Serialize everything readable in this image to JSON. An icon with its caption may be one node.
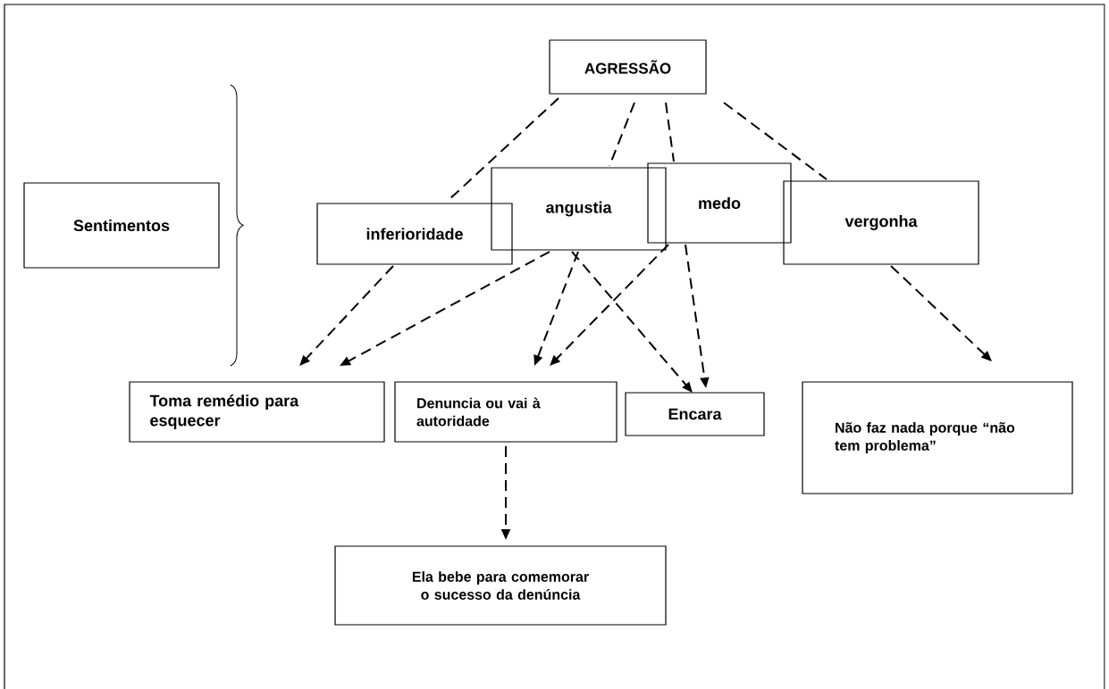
{
  "diagram": {
    "nodes": [
      {
        "text": [
          "AGRESSÃO"
        ]
      },
      {
        "text": [
          "Sentimentos"
        ]
      },
      {
        "text": [
          "inferioridade"
        ]
      },
      {
        "text": [
          "angustia"
        ]
      },
      {
        "text": [
          "medo"
        ]
      },
      {
        "text": [
          "vergonha"
        ]
      },
      {
        "text": [
          "Toma remédio para esquecer"
        ]
      },
      {
        "text": [
          "Denuncia ou vai à autoridade"
        ]
      },
      {
        "text": [
          "Encara"
        ]
      },
      {
        "text": [
          "Não faz nada porque “não tem problema”"
        ]
      },
      {
        "text": [
          "Ela bebe para comemorar o sucesso da denúncia"
        ]
      }
    ],
    "edges": [
      {
        "from": 0,
        "to": 2,
        "arrow": "none",
        "style": "dashed"
      },
      {
        "from": 2,
        "to": 6,
        "arrow": "to",
        "style": "dashed"
      },
      {
        "from": 0,
        "to": 3,
        "arrow": "none",
        "style": "dashed"
      },
      {
        "from": 3,
        "to": 7,
        "arrow": "to",
        "style": "dashed"
      },
      {
        "from": 0,
        "to": 4,
        "arrow": "none",
        "style": "dashed"
      },
      {
        "from": 4,
        "to": 8,
        "arrow": "to",
        "style": "dashed"
      },
      {
        "from": 0,
        "to": 5,
        "arrow": "none",
        "style": "dashed"
      },
      {
        "from": 5,
        "to": 9,
        "arrow": "to",
        "style": "dashed"
      },
      {
        "from": 3,
        "to": 6,
        "arrow": "to",
        "style": "dashed"
      },
      {
        "from": 3,
        "to": 8,
        "arrow": "to",
        "style": "dashed"
      },
      {
        "from": 4,
        "to": 7,
        "arrow": "to",
        "style": "dashed"
      },
      {
        "from": 7,
        "to": 10,
        "arrow": "to",
        "style": "dashed"
      }
    ]
  }
}
